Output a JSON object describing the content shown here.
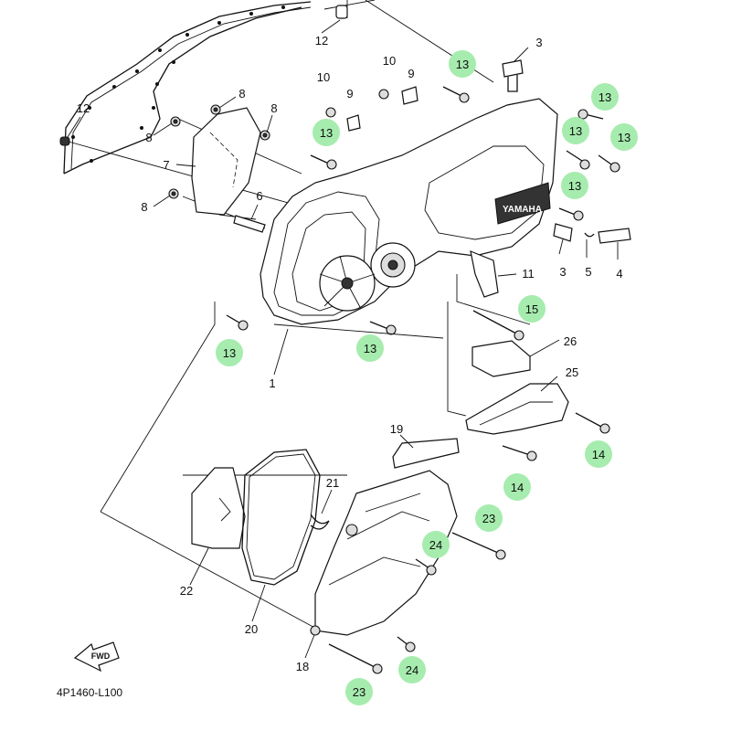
{
  "diagram": {
    "code": "4P1460-L100",
    "fwd_label": "FWD",
    "brand_text": "YAMAHA",
    "highlight_color": "#a6ecae",
    "callouts": [
      {
        "id": "c12a",
        "text": "12",
        "highlighted": false
      },
      {
        "id": "c3a",
        "text": "3",
        "highlighted": false
      },
      {
        "id": "c13a",
        "text": "13",
        "highlighted": true
      },
      {
        "id": "c10a",
        "text": "10",
        "highlighted": false
      },
      {
        "id": "c10b",
        "text": "10",
        "highlighted": false
      },
      {
        "id": "c9a",
        "text": "9",
        "highlighted": false
      },
      {
        "id": "c9b",
        "text": "9",
        "highlighted": false
      },
      {
        "id": "c8a",
        "text": "8",
        "highlighted": false
      },
      {
        "id": "c8b",
        "text": "8",
        "highlighted": false
      },
      {
        "id": "c8c",
        "text": "8",
        "highlighted": false
      },
      {
        "id": "c8d",
        "text": "8",
        "highlighted": false
      },
      {
        "id": "c12b",
        "text": "12",
        "highlighted": false
      },
      {
        "id": "c13b",
        "text": "13",
        "highlighted": true
      },
      {
        "id": "c13c",
        "text": "13",
        "highlighted": true
      },
      {
        "id": "c13d",
        "text": "13",
        "highlighted": true
      },
      {
        "id": "c13e",
        "text": "13",
        "highlighted": true
      },
      {
        "id": "c7",
        "text": "7",
        "highlighted": false
      },
      {
        "id": "c13f",
        "text": "13",
        "highlighted": true
      },
      {
        "id": "c6",
        "text": "6",
        "highlighted": false
      },
      {
        "id": "c3b",
        "text": "3",
        "highlighted": false
      },
      {
        "id": "c5",
        "text": "5",
        "highlighted": false
      },
      {
        "id": "c4",
        "text": "4",
        "highlighted": false
      },
      {
        "id": "c11",
        "text": "11",
        "highlighted": false
      },
      {
        "id": "c15",
        "text": "15",
        "highlighted": true
      },
      {
        "id": "c13g",
        "text": "13",
        "highlighted": true
      },
      {
        "id": "c13h",
        "text": "13",
        "highlighted": true
      },
      {
        "id": "c1",
        "text": "1",
        "highlighted": false
      },
      {
        "id": "c26",
        "text": "26",
        "highlighted": false
      },
      {
        "id": "c25",
        "text": "25",
        "highlighted": false
      },
      {
        "id": "c14a",
        "text": "14",
        "highlighted": true
      },
      {
        "id": "c19",
        "text": "19",
        "highlighted": false
      },
      {
        "id": "c14b",
        "text": "14",
        "highlighted": true
      },
      {
        "id": "c21",
        "text": "21",
        "highlighted": false
      },
      {
        "id": "c23a",
        "text": "23",
        "highlighted": true
      },
      {
        "id": "c24a",
        "text": "24",
        "highlighted": true
      },
      {
        "id": "c22",
        "text": "22",
        "highlighted": false
      },
      {
        "id": "c20",
        "text": "20",
        "highlighted": false
      },
      {
        "id": "c18",
        "text": "18",
        "highlighted": false
      },
      {
        "id": "c24b",
        "text": "24",
        "highlighted": true
      },
      {
        "id": "c23b",
        "text": "23",
        "highlighted": true
      }
    ]
  }
}
